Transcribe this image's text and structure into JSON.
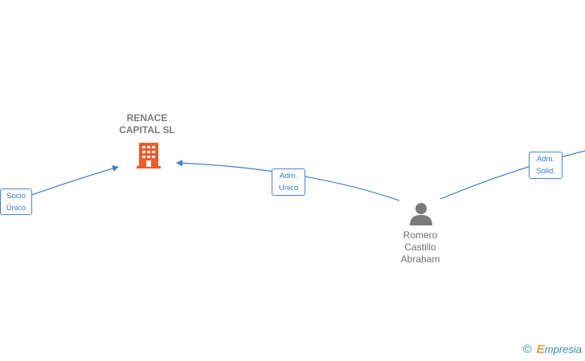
{
  "nodes": {
    "company": {
      "line1": "RENACE",
      "line2": "CAPITAL  SL"
    },
    "person": {
      "line1": "Romero",
      "line2": "Castillo",
      "line3": "Abraham"
    }
  },
  "edges": {
    "socio_unico": {
      "line1": "Socio",
      "line2": "Único"
    },
    "adm_unico": {
      "line1": "Adm.",
      "line2": "Unico"
    },
    "adm_solid": {
      "line1": "Adm.",
      "line2": "Solid."
    }
  },
  "brand": {
    "copyright": "©",
    "initial": "E",
    "name": "mpresia"
  },
  "colors": {
    "edge": "#3f7fcf",
    "company_icon": "#f05a28",
    "person_icon": "#7a7a7a"
  },
  "icons": {
    "company": "building-icon",
    "person": "person-icon"
  }
}
